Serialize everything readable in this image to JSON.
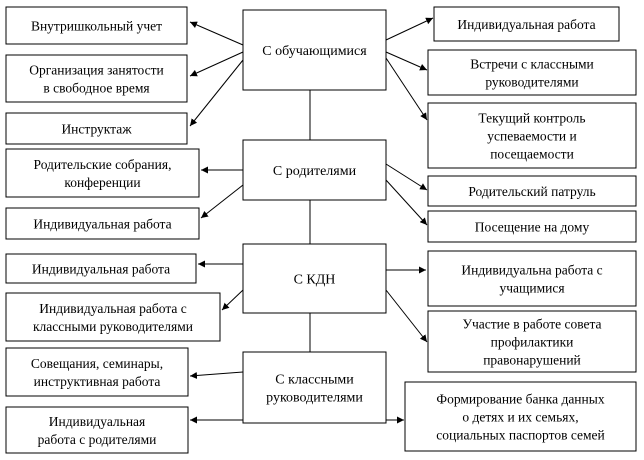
{
  "hubs": {
    "students": [
      "С обучающимися"
    ],
    "parents": [
      "С родителями"
    ],
    "kdn": [
      "С КДН"
    ],
    "teachers": [
      "С классными",
      "руководителями"
    ]
  },
  "boxes": {
    "internal_record": [
      "Внутришкольный учет"
    ],
    "free_time": [
      "Организация занятости",
      "в свободное время"
    ],
    "briefing": [
      "Инструктаж"
    ],
    "individual_work_students": [
      "Индивидуальная работа"
    ],
    "meetings_class_teachers": [
      "Встречи с классными",
      "руководителями"
    ],
    "progress_control": [
      "Текущий контроль",
      "успеваемости и",
      "посещаемости"
    ],
    "parent_meetings": [
      "Родительские собрания,",
      "конференции"
    ],
    "individual_work_parents": [
      "Индивидуальная работа"
    ],
    "parent_patrol": [
      "Родительский патруль"
    ],
    "home_visits": [
      "Посещение на дому"
    ],
    "individual_work_kdn": [
      "Индивидуальная работа"
    ],
    "individual_work_class_teachers": [
      "Индивидуальная работа с",
      "классными руководителями"
    ],
    "individual_work_pupils": [
      "Индивидуальна работа с",
      "учащимися"
    ],
    "prevention_council": [
      "Участие в работе совета",
      "профилактики",
      "правонарушений"
    ],
    "seminars": [
      "Совещания, семинары,",
      "инструктивная работа"
    ],
    "individual_work_with_parents": [
      "Индивидуальная",
      "работа с родителями"
    ],
    "database": [
      "Формирование банка данных",
      "о детях и их семьях,",
      "социальных паспортов семей"
    ]
  }
}
